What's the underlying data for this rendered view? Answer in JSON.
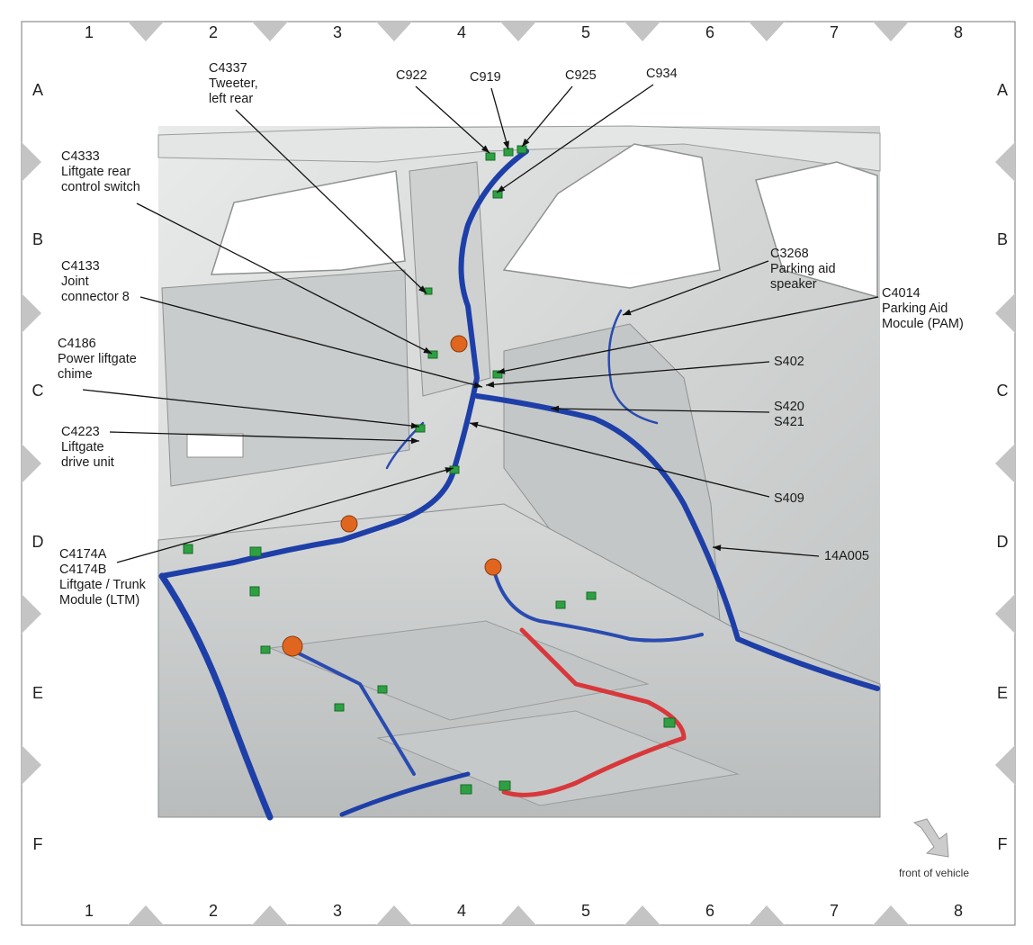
{
  "grid": {
    "columns": [
      "1",
      "2",
      "3",
      "4",
      "5",
      "6",
      "7",
      "8"
    ],
    "rows": [
      "A",
      "B",
      "C",
      "D",
      "E",
      "F"
    ]
  },
  "callouts": {
    "c4337": [
      "C4337",
      "Tweeter,",
      "left rear"
    ],
    "c922": [
      "C922"
    ],
    "c919": [
      "C919"
    ],
    "c925": [
      "C925"
    ],
    "c934": [
      "C934"
    ],
    "c4333": [
      "C4333",
      "Liftgate rear",
      "control switch"
    ],
    "c4133": [
      "C4133",
      "Joint",
      "connector 8"
    ],
    "c4186": [
      "C4186",
      "Power liftgate",
      "chime"
    ],
    "c4223": [
      "C4223",
      "Liftgate",
      "drive unit"
    ],
    "c4174": [
      "C4174A",
      "C4174B",
      "Liftgate / Trunk",
      "Module (LTM)"
    ],
    "c3268": [
      "C3268",
      "Parking aid",
      "speaker"
    ],
    "c4014": [
      "C4014",
      "Parking Aid",
      "Mocule (PAM)"
    ],
    "s402": [
      "S402"
    ],
    "s420": [
      "S420",
      "S421"
    ],
    "s409": [
      "S409"
    ],
    "h14a005": [
      "14A005"
    ]
  },
  "front_of_vehicle": "front of vehicle",
  "colors": {
    "harness_blue": "#1e3fa8",
    "harness_red": "#d8383b",
    "connector_green": "#2ea043",
    "grommet_orange": "#e0661f",
    "body_gray": "#d9dbdb",
    "border_diamond": "#c4c4c4"
  }
}
